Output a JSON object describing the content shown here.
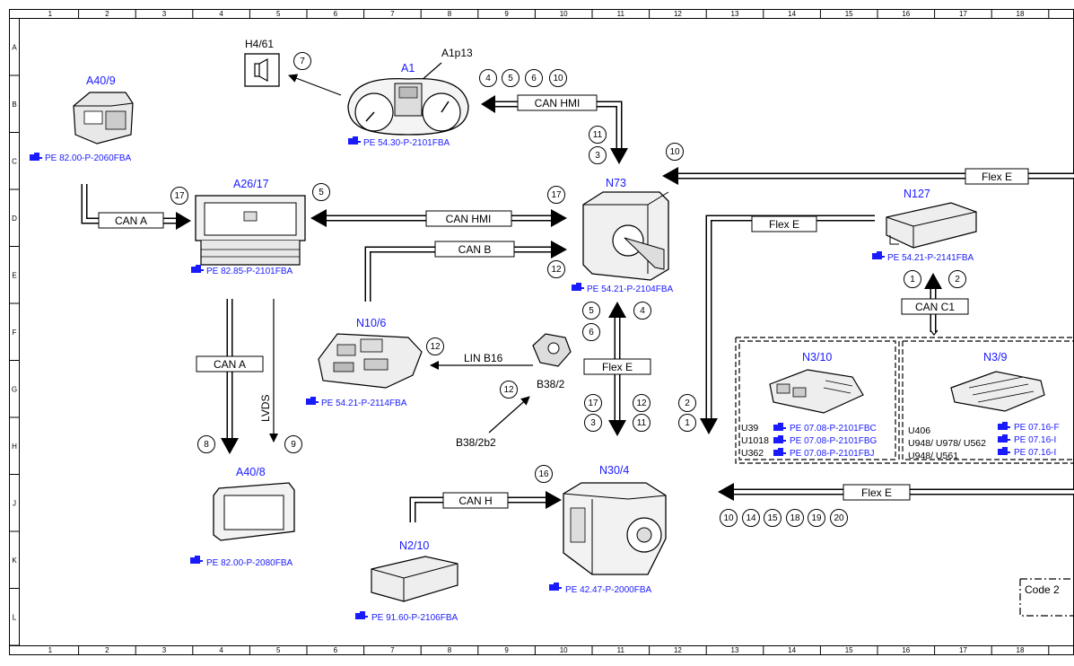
{
  "grid": {
    "columns": [
      "1",
      "2",
      "3",
      "4",
      "5",
      "6",
      "7",
      "8",
      "9",
      "10",
      "11",
      "12",
      "13",
      "14",
      "15",
      "16",
      "17",
      "18"
    ],
    "rows": [
      "A",
      "B",
      "C",
      "D",
      "E",
      "F",
      "G",
      "H",
      "J",
      "K",
      "L"
    ]
  },
  "components": {
    "h461": {
      "label": "H4/61"
    },
    "a1": {
      "label": "A1",
      "sublabel": "A1p13",
      "ref": "PE 54.30-P-2101FBA"
    },
    "a409": {
      "label": "A40/9",
      "ref": "PE 82.00-P-2060FBA"
    },
    "a2617": {
      "label": "A26/17",
      "ref": "PE 82.85-P-2101FBA"
    },
    "n73": {
      "label": "N73",
      "ref": "PE 54.21-P-2104FBA"
    },
    "n127": {
      "label": "N127",
      "ref": "PE 54.21-P-2141FBA"
    },
    "n106": {
      "label": "N10/6",
      "ref": "PE 54.21-P-2114FBA"
    },
    "b382": {
      "label": "B38/2",
      "sublabel": "B38/2b2"
    },
    "a408": {
      "label": "A40/8",
      "ref": "PE 82.00-P-2080FBA"
    },
    "n210": {
      "label": "N2/10",
      "ref": "PE 91.60-P-2106FBA"
    },
    "n304": {
      "label": "N30/4",
      "ref": "PE 42.47-P-2000FBA"
    },
    "n310": {
      "label": "N3/10",
      "codes": [
        "U39",
        "U1018",
        "U362"
      ],
      "refs": [
        "PE 07.08-P-2101FBC",
        "PE 07.08-P-2101FBG",
        "PE 07.08-P-2101FBJ"
      ]
    },
    "n39": {
      "label": "N3/9",
      "codes": [
        "U406",
        "U948/ U978/ U562",
        "U948/ U561"
      ],
      "refs": [
        "PE 07.16-F",
        "PE 07.16-I",
        "PE 07.16-I"
      ]
    }
  },
  "buses": {
    "can_hmi_top": "CAN HMI",
    "flex_e_top": "Flex E",
    "can_a": "CAN A",
    "can_hmi_mid": "CAN HMI",
    "can_b": "CAN B",
    "flex_e_n127": "Flex E",
    "can_c1": "CAN C1",
    "lin_b16": "LIN B16",
    "flex_e_mid": "Flex E",
    "can_a_vert": "CAN A",
    "lvds": "LVDS",
    "can_h": "CAN H",
    "flex_e_bottom": "Flex E"
  },
  "code_box": "Code 2",
  "circle_numbers": {
    "c7": "7",
    "c4": "4",
    "c5a": "5",
    "c6": "6",
    "c10a": "10",
    "c11a": "11",
    "c3a": "3",
    "c10b": "10",
    "c17a": "17",
    "c5b": "5",
    "c17b": "17",
    "c12a": "12",
    "c1a": "1",
    "c2a": "2",
    "c12b": "12",
    "c5c": "5",
    "c4b": "4",
    "c6b": "6",
    "c12c": "12",
    "c17c": "17",
    "c12d": "12",
    "c3b": "3",
    "c11b": "11",
    "c2b": "2",
    "c1b": "1",
    "c8": "8",
    "c9": "9",
    "c16": "16",
    "c10c": "10",
    "c14": "14",
    "c15": "15",
    "c18": "18",
    "c19": "19",
    "c20": "20"
  }
}
